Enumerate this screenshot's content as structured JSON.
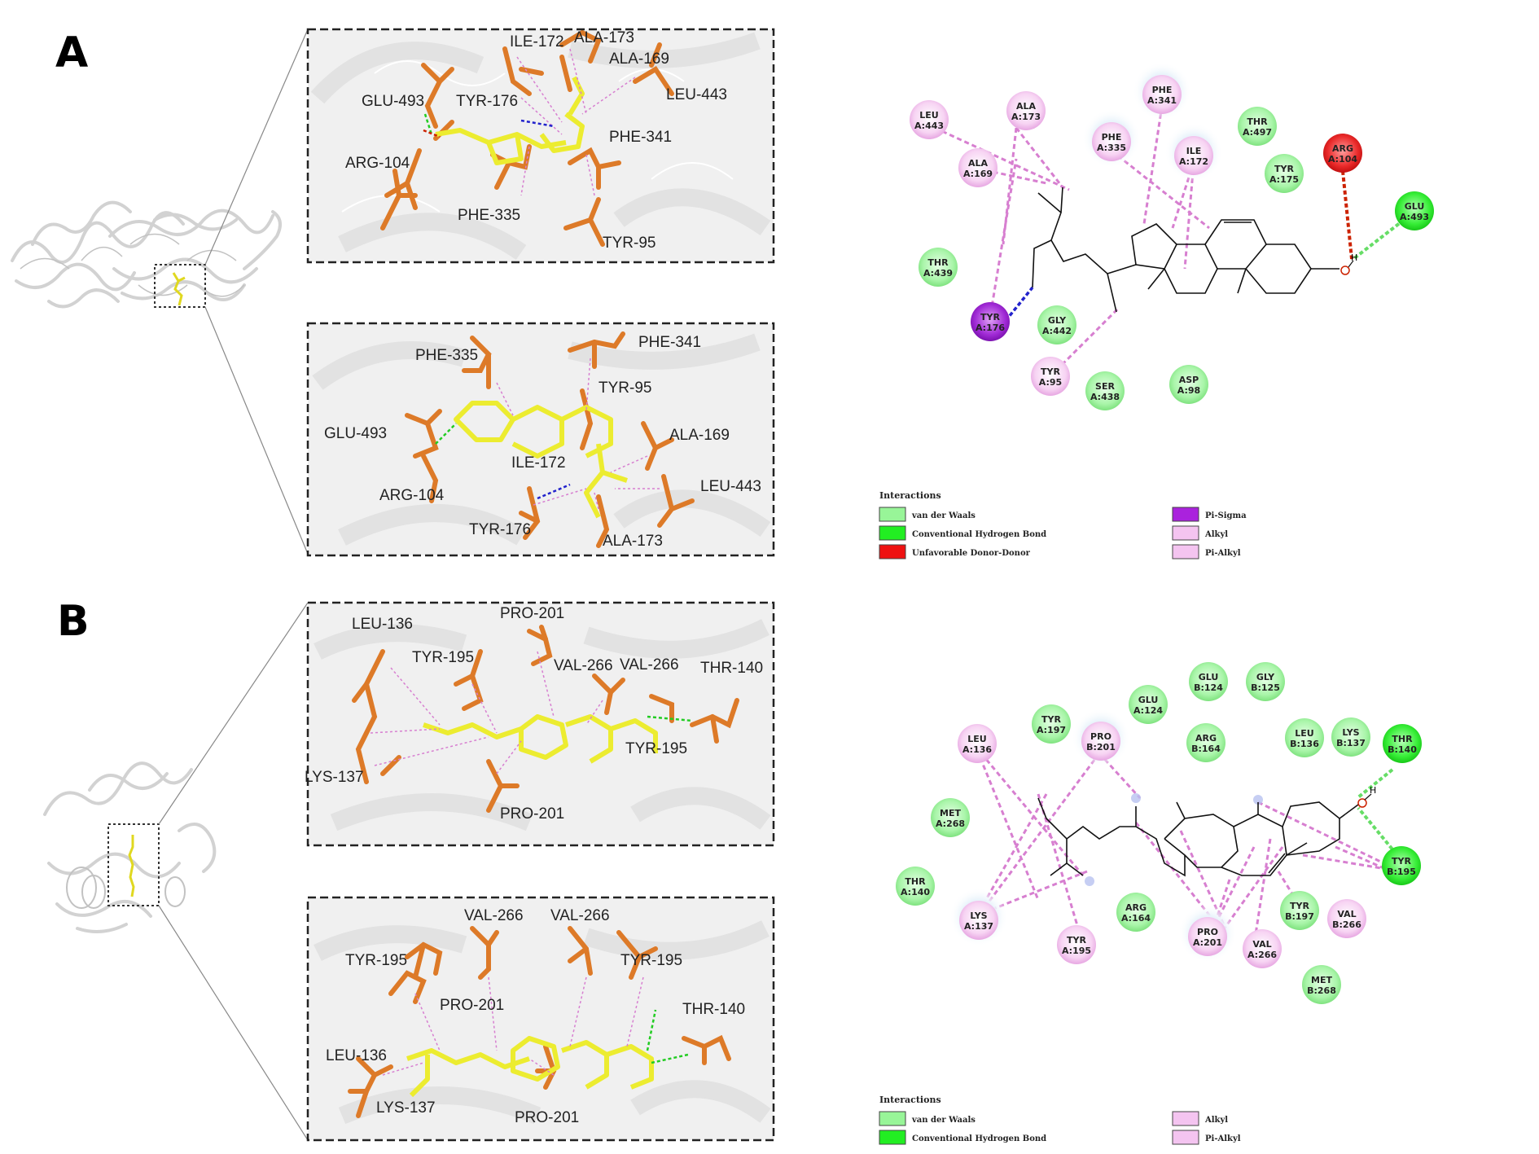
{
  "panels": [
    {
      "letter": "A",
      "view_top": {
        "residues": [
          "ILE-172",
          "ALA-173",
          "ALA-169",
          "LEU-443",
          "GLU-493",
          "TYR-176",
          "ARG-104",
          "PHE-341",
          "PHE-335",
          "TYR-95"
        ]
      },
      "view_bottom": {
        "residues": [
          "PHE-335",
          "PHE-341",
          "TYR-95",
          "GLU-493",
          "ALA-169",
          "ILE-172",
          "ARG-104",
          "LEU-443",
          "TYR-176",
          "ALA-173"
        ]
      },
      "diagram2d": {
        "hydroxyl_label": "H",
        "residues": [
          {
            "name": "LEU",
            "id": "A:443",
            "type": "alkyl"
          },
          {
            "name": "ALA",
            "id": "A:173",
            "type": "alkyl"
          },
          {
            "name": "PHE",
            "id": "A:341",
            "type": "alkyl"
          },
          {
            "name": "PHE",
            "id": "A:335",
            "type": "alkyl"
          },
          {
            "name": "ILE",
            "id": "A:172",
            "type": "alkyl"
          },
          {
            "name": "THR",
            "id": "A:497",
            "type": "vdw"
          },
          {
            "name": "TYR",
            "id": "A:175",
            "type": "vdw"
          },
          {
            "name": "ARG",
            "id": "A:104",
            "type": "unfavorable"
          },
          {
            "name": "GLU",
            "id": "A:493",
            "type": "hbond"
          },
          {
            "name": "ALA",
            "id": "A:169",
            "type": "alkyl"
          },
          {
            "name": "THR",
            "id": "A:439",
            "type": "vdw"
          },
          {
            "name": "TYR",
            "id": "A:176",
            "type": "pisigma"
          },
          {
            "name": "GLY",
            "id": "A:442",
            "type": "vdw"
          },
          {
            "name": "TYR",
            "id": "A:95",
            "type": "alkyl"
          },
          {
            "name": "SER",
            "id": "A:438",
            "type": "vdw"
          },
          {
            "name": "ASP",
            "id": "A:98",
            "type": "vdw"
          }
        ]
      },
      "legend": {
        "title": "Interactions",
        "items": [
          {
            "label": "van der Waals",
            "color": "#98f598"
          },
          {
            "label": "Conventional Hydrogen Bond",
            "color": "#22ee22"
          },
          {
            "label": "Unfavorable Donor-Donor",
            "color": "#ee1111"
          },
          {
            "label": "Pi-Sigma",
            "color": "#aa22dd"
          },
          {
            "label": "Alkyl",
            "color": "#f4c4f0"
          },
          {
            "label": "Pi-Alkyl",
            "color": "#f4c4f0"
          }
        ]
      }
    },
    {
      "letter": "B",
      "view_top": {
        "residues": [
          "LEU-136",
          "PRO-201",
          "TYR-195",
          "VAL-266",
          "VAL-266",
          "THR-140",
          "LYS-137",
          "TYR-195",
          "PRO-201"
        ]
      },
      "view_bottom": {
        "residues": [
          "VAL-266",
          "VAL-266",
          "TYR-195",
          "TYR-195",
          "PRO-201",
          "THR-140",
          "LEU-136",
          "LYS-137",
          "PRO-201"
        ]
      },
      "diagram2d": {
        "hydroxyl_label": "H",
        "residues": [
          {
            "name": "GLU",
            "id": "B:124",
            "type": "vdw"
          },
          {
            "name": "GLY",
            "id": "B:125",
            "type": "vdw"
          },
          {
            "name": "GLU",
            "id": "A:124",
            "type": "vdw"
          },
          {
            "name": "TYR",
            "id": "A:197",
            "type": "vdw"
          },
          {
            "name": "PRO",
            "id": "B:201",
            "type": "alkyl"
          },
          {
            "name": "LEU",
            "id": "A:136",
            "type": "alkyl"
          },
          {
            "name": "ARG",
            "id": "B:164",
            "type": "vdw"
          },
          {
            "name": "LEU",
            "id": "B:136",
            "type": "vdw"
          },
          {
            "name": "LYS",
            "id": "B:137",
            "type": "vdw"
          },
          {
            "name": "THR",
            "id": "B:140",
            "type": "hbond"
          },
          {
            "name": "MET",
            "id": "A:268",
            "type": "vdw"
          },
          {
            "name": "THR",
            "id": "A:140",
            "type": "vdw"
          },
          {
            "name": "ARG",
            "id": "A:164",
            "type": "vdw"
          },
          {
            "name": "LYS",
            "id": "A:137",
            "type": "alkyl"
          },
          {
            "name": "TYR",
            "id": "A:195",
            "type": "alkyl"
          },
          {
            "name": "PRO",
            "id": "A:201",
            "type": "alkyl"
          },
          {
            "name": "VAL",
            "id": "A:266",
            "type": "alkyl"
          },
          {
            "name": "TYR",
            "id": "B:197",
            "type": "vdw"
          },
          {
            "name": "VAL",
            "id": "B:266",
            "type": "alkyl"
          },
          {
            "name": "TYR",
            "id": "B:195",
            "type": "hbond"
          },
          {
            "name": "MET",
            "id": "B:268",
            "type": "vdw"
          }
        ]
      },
      "legend": {
        "title": "Interactions",
        "items": [
          {
            "label": "van der Waals",
            "color": "#98f598"
          },
          {
            "label": "Conventional Hydrogen Bond",
            "color": "#22ee22"
          },
          {
            "label": "Alkyl",
            "color": "#f4c4f0"
          },
          {
            "label": "Pi-Alkyl",
            "color": "#f4c4f0"
          }
        ]
      }
    }
  ],
  "colors": {
    "alkyl_line": "#d77fd0",
    "hbond_line": "#22dd22",
    "pisigma_line": "#2222cc",
    "unfavorable_line": "#cc2200",
    "residue_stick": "#e07a26",
    "ligand_stick": "#e6e020"
  }
}
